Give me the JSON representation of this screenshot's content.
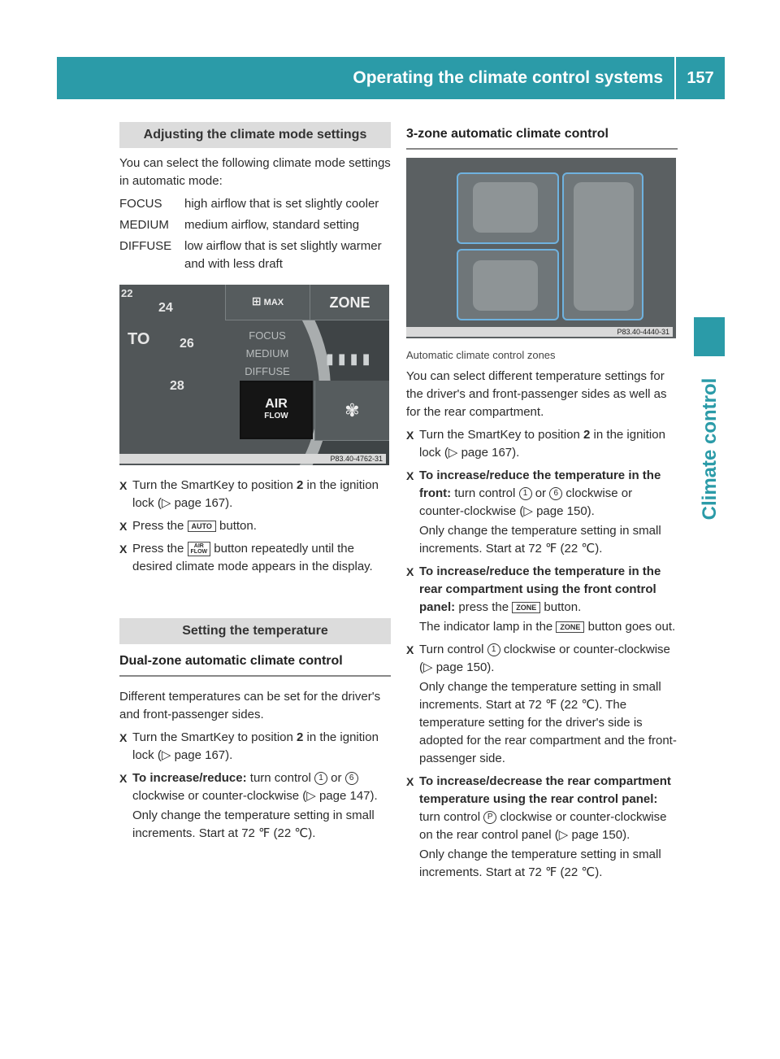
{
  "header": {
    "title": "Operating the climate control systems",
    "page_number": "157"
  },
  "side_tab": {
    "label": "Climate control"
  },
  "left": {
    "section1": {
      "heading": "Adjusting the climate mode settings",
      "intro": "You can select the following climate mode settings in automatic mode:",
      "modes": [
        {
          "name": "FOCUS",
          "desc": "high airflow that is set slightly cooler"
        },
        {
          "name": "MEDIUM",
          "desc": "medium airflow, standard setting"
        },
        {
          "name": "DIFFUSE",
          "desc": "low airflow that is set slightly warmer and with less draft"
        }
      ],
      "figure": {
        "dial_numbers": [
          "22",
          "24",
          "26",
          "28"
        ],
        "dial_text": "TO",
        "max_label": "MAX",
        "zone_label": "ZONE",
        "mode_labels": [
          "FOCUS",
          "MEDIUM",
          "DIFFUSE"
        ],
        "air_label": "AIR",
        "flow_label": "FLOW",
        "fan_icon": "fan-icon",
        "code": "P83.40-4762-31"
      },
      "steps": [
        {
          "pre": "Turn the SmartKey to position ",
          "bold": "2",
          "post": " in the ignition lock (",
          "ref": "page 167",
          "end": ")."
        },
        {
          "pre": "Press the ",
          "key": "AUTO",
          "post": " button."
        },
        {
          "pre": "Press the ",
          "key_top": "AIR",
          "key_bot": "FLOW",
          "post": " button repeatedly until the desired climate mode appears in the display."
        }
      ]
    },
    "section2": {
      "heading": "Setting the temperature",
      "subheading": "Dual-zone automatic climate control",
      "intro": "Different temperatures can be set for the driver's and front-passenger sides.",
      "step1": {
        "pre": "Turn the SmartKey to position ",
        "bold": "2",
        "post": " in the ignition lock (",
        "ref": "page 167",
        "end": ")."
      },
      "step2": {
        "bold": "To increase/reduce:",
        "text1": " turn control ",
        "c1": "1",
        "text2": " or",
        "c2": "6",
        "text3": " clockwise or counter-clockwise (",
        "ref": "page 147",
        "end": ").",
        "note": "Only change the temperature setting in small increments. Start at 72 ℉ (22 ℃)."
      }
    }
  },
  "right": {
    "subheading": "3-zone automatic climate control",
    "figure": {
      "code": "P83.40-4440-31",
      "caption": "Automatic climate control zones"
    },
    "intro": "You can select different temperature settings for the driver's and front-passenger sides as well as for the rear compartment.",
    "step1": {
      "pre": "Turn the SmartKey to position ",
      "bold": "2",
      "post": " in the ignition lock (",
      "ref": "page 167",
      "end": ")."
    },
    "step2": {
      "bold": "To increase/reduce the temperature in the front:",
      "text1": " turn control ",
      "c1": "1",
      "text2": " or ",
      "c2": "6",
      "text3": " clockwise or counter-clockwise (",
      "ref": "page 150",
      "end": ").",
      "note": "Only change the temperature setting in small increments. Start at 72 ℉ (22 ℃)."
    },
    "step3": {
      "bold": "To increase/reduce the temperature in the rear compartment using the front control panel:",
      "text1": " press the ",
      "key": "ZONE",
      "text2": " button.",
      "note1": "The indicator lamp in the ",
      "note_key": "ZONE",
      "note2": " button goes out."
    },
    "step4": {
      "text1": "Turn control ",
      "c1": "1",
      "text2": " clockwise or counter-clockwise (",
      "ref": "page 150",
      "end": ").",
      "note": "Only change the temperature setting in small increments. Start at 72 ℉ (22 ℃). The temperature setting for the driver's side is adopted for the rear compartment and the front-passenger side."
    },
    "step5": {
      "bold": "To increase/decrease the rear compartment temperature using the rear control panel:",
      "text1": " turn control ",
      "c1": "P",
      "text2": " clockwise or counter-clockwise on the rear control panel (",
      "ref": "page 150",
      "end": ").",
      "note": "Only change the temperature setting in small increments. Start at 72 ℉ (22 ℃)."
    }
  },
  "glyphs": {
    "step_marker": "X",
    "page_ref": "▷"
  }
}
